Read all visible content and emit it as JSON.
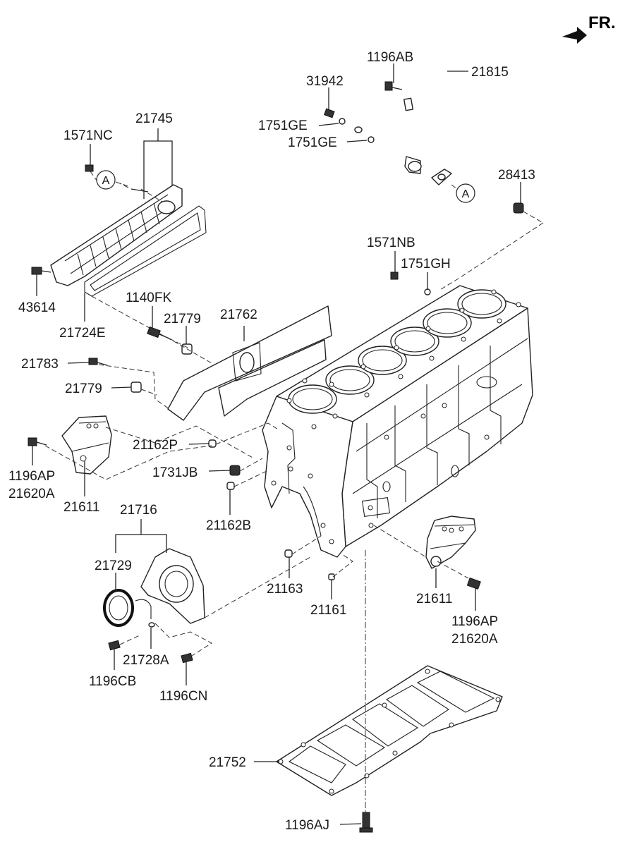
{
  "direction_marker": "FR.",
  "ref_marker": "A",
  "labels": {
    "p1196AB": "1196AB",
    "p21815": "21815",
    "p31942": "31942",
    "p1751GE_a": "1751GE",
    "p1751GE_b": "1751GE",
    "p28413": "28413",
    "p21745": "21745",
    "p1571NC": "1571NC",
    "p43614": "43614",
    "p21724E": "21724E",
    "p1571NB": "1571NB",
    "p1751GH": "1751GH",
    "p1140FK": "1140FK",
    "p21779_a": "21779",
    "p21762": "21762",
    "p21783": "21783",
    "p21779_b": "21779",
    "p21162P": "21162P",
    "p1196AP_l": "1196AP",
    "p21620A_l": "21620A",
    "p21611_l": "21611",
    "p1731JB": "1731JB",
    "p21162B": "21162B",
    "p21716": "21716",
    "p21729": "21729",
    "p21163": "21163",
    "p21161": "21161",
    "p21611_r": "21611",
    "p1196AP_r": "1196AP",
    "p21620A_r": "21620A",
    "p21728A": "21728A",
    "p1196CB": "1196CB",
    "p1196CN": "1196CN",
    "p21752": "21752",
    "p1196AJ": "1196AJ"
  }
}
